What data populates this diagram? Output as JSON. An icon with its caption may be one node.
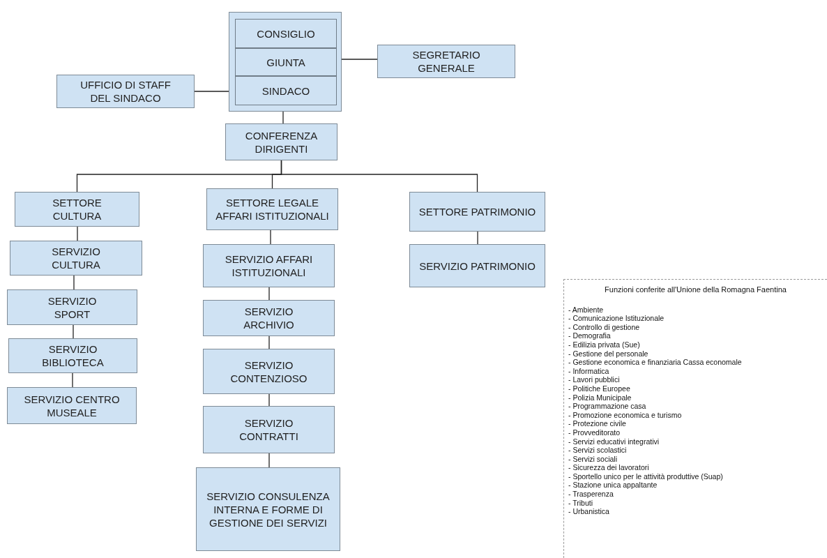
{
  "diagram": {
    "nodes": [
      {
        "text": [],
        "shape": "box"
      },
      {
        "text": [
          "CONSIGLIO"
        ],
        "in": 0
      },
      {
        "text": [
          "GIUNTA"
        ],
        "in": 0
      },
      {
        "text": [
          "SINDACO"
        ],
        "in": 0
      },
      {
        "text": [
          "SEGRETARIO GENERALE"
        ]
      },
      {
        "text": [
          "UFFICIO DI STAFF DEL SINDACO"
        ]
      },
      {
        "text": [
          "CONFERENZA DIRIGENTI"
        ]
      },
      {
        "text": [
          "SETTORE CULTURA"
        ]
      },
      {
        "text": [
          "SETTORE LEGALE AFFARI ISTITUZIONALI"
        ]
      },
      {
        "text": [
          "SETTORE PATRIMONIO"
        ]
      },
      {
        "text": [
          "SERVIZIO CULTURA"
        ]
      },
      {
        "text": [
          "SERVIZIO SPORT"
        ]
      },
      {
        "text": [
          "SERVIZIO BIBLIOTECA"
        ]
      },
      {
        "text": [
          "SERVIZIO CENTRO MUSEALE"
        ]
      },
      {
        "text": [
          "SERVIZIO AFFARI ISTITUZIONALI"
        ]
      },
      {
        "text": [
          "SERVIZIO ARCHIVIO"
        ]
      },
      {
        "text": [
          "SERVIZIO CONTENZIOSO"
        ]
      },
      {
        "text": [
          "SERVIZIO CONTRATTI"
        ]
      },
      {
        "text": [
          "SERVIZIO CONSULENZA INTERNA E FORME DI GESTIONE DEI SERVIZI"
        ]
      },
      {
        "text": [
          "SERVIZIO PATRIMONIO"
        ]
      },
      {
        "text": [
          "Funzioni conferite all'Unione della Romagna Faentina",
          "- Ambiente",
          "- Comunicazione Istituzionale",
          "- Controllo di gestione",
          "- Demografia",
          "- Edilizia privata (Sue)",
          "- Gestione del  personale",
          "- Gestione economica e finanziaria Cassa economale",
          "- Informatica",
          "- Lavori pubblici",
          "- Politiche Europee",
          "- Polizia Municipale",
          "- Programmazione casa",
          "- Promozione economica e turismo",
          "- Protezione civile",
          "- Provveditorato",
          "- Servizi educativi integrativi",
          "- Servizi scolastici",
          "- Servizi sociali",
          "- Sicurezza dei lavoratori",
          "- Sportello unico per le attività produttive (Suap)",
          "- Stazione unica appaltante",
          "- Trasperenza",
          "- Tributi",
          "- Urbanistica"
        ]
      }
    ],
    "edges": [
      {
        "from": 0,
        "to": 4,
        "arrow": "none"
      },
      {
        "from": 0,
        "to": 5,
        "arrow": "none"
      },
      {
        "from": 0,
        "to": 6,
        "arrow": "none"
      },
      {
        "from": 6,
        "to": 7,
        "arrow": "none"
      },
      {
        "from": 6,
        "to": 8,
        "arrow": "none"
      },
      {
        "from": 6,
        "to": 9,
        "arrow": "none"
      },
      {
        "from": 7,
        "to": 10,
        "arrow": "none"
      },
      {
        "from": 10,
        "to": 11,
        "arrow": "none"
      },
      {
        "from": 11,
        "to": 12,
        "arrow": "none"
      },
      {
        "from": 12,
        "to": 13,
        "arrow": "none"
      },
      {
        "from": 8,
        "to": 14,
        "arrow": "none"
      },
      {
        "from": 14,
        "to": 15,
        "arrow": "none"
      },
      {
        "from": 15,
        "to": 16,
        "arrow": "none"
      },
      {
        "from": 16,
        "to": 17,
        "arrow": "none"
      },
      {
        "from": 17,
        "to": 18,
        "arrow": "none"
      },
      {
        "from": 9,
        "to": 19,
        "arrow": "none"
      }
    ]
  }
}
